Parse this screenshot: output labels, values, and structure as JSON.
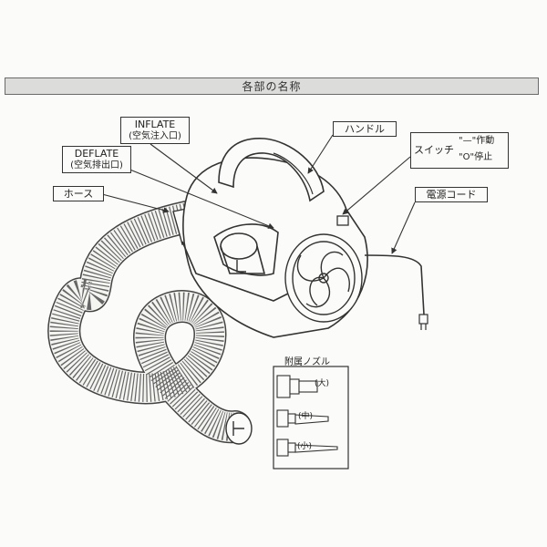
{
  "header": {
    "title": "各部の名称"
  },
  "labels": {
    "inflate": {
      "title": "INFLATE",
      "sub": "(空気注入口)"
    },
    "deflate": {
      "title": "DEFLATE",
      "sub": "(空気排出口)"
    },
    "hose": "ホース",
    "handle": "ハンドル",
    "switch": {
      "prefix": "スイッチ",
      "on": "\"—\"作動",
      "off": "\"O\"停止"
    },
    "power_cord": "電源コード"
  },
  "nozzles": {
    "title": "附属ノズル",
    "large": "(大)",
    "medium": "(中)",
    "small": "(小)"
  }
}
